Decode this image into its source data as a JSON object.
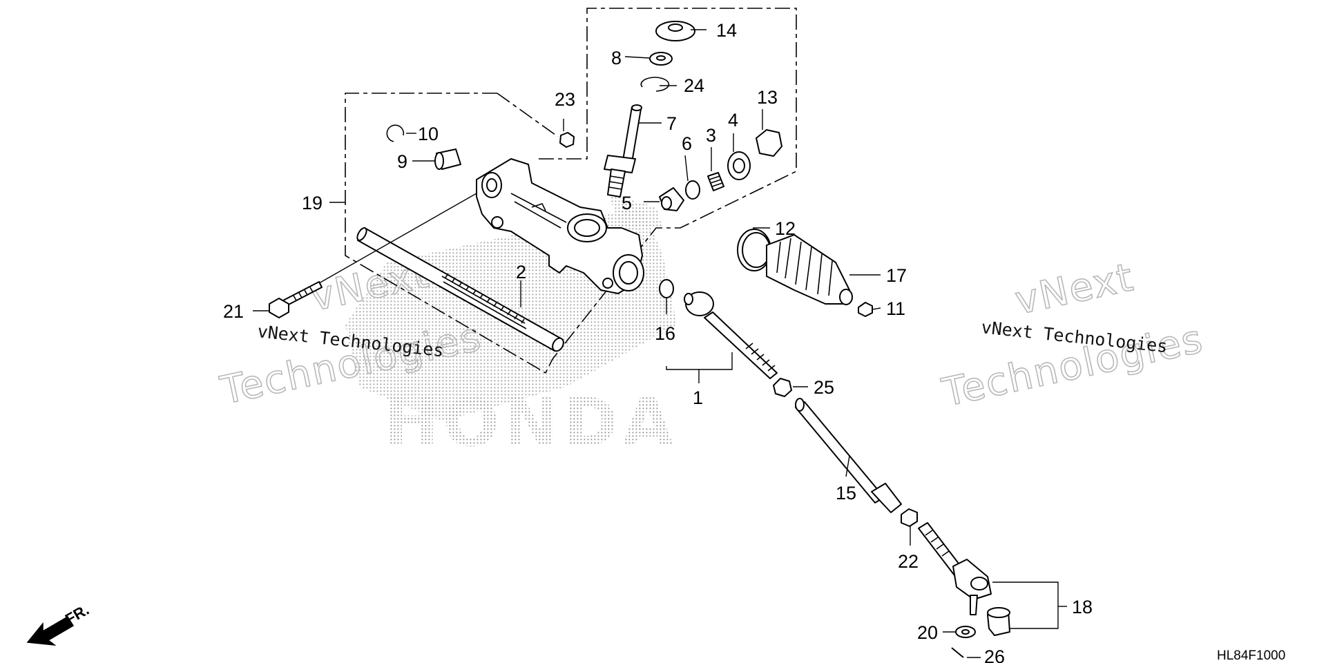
{
  "diagram": {
    "code": "HL84F1000",
    "front_marker": "FR.",
    "watermark": {
      "company_line": "vNext Technologies",
      "big_top": "vNext",
      "big_bottom": "Technologies",
      "brand": "HONDA"
    },
    "callouts": [
      {
        "id": "c1",
        "label": "1"
      },
      {
        "id": "c2",
        "label": "2"
      },
      {
        "id": "c3",
        "label": "3"
      },
      {
        "id": "c4",
        "label": "4"
      },
      {
        "id": "c5",
        "label": "5"
      },
      {
        "id": "c6",
        "label": "6"
      },
      {
        "id": "c7",
        "label": "7"
      },
      {
        "id": "c8",
        "label": "8"
      },
      {
        "id": "c9",
        "label": "9"
      },
      {
        "id": "c10",
        "label": "10"
      },
      {
        "id": "c11",
        "label": "11"
      },
      {
        "id": "c12",
        "label": "12"
      },
      {
        "id": "c13",
        "label": "13"
      },
      {
        "id": "c14",
        "label": "14"
      },
      {
        "id": "c15",
        "label": "15"
      },
      {
        "id": "c16",
        "label": "16"
      },
      {
        "id": "c17",
        "label": "17"
      },
      {
        "id": "c18",
        "label": "18"
      },
      {
        "id": "c19",
        "label": "19"
      },
      {
        "id": "c20",
        "label": "20"
      },
      {
        "id": "c21",
        "label": "21"
      },
      {
        "id": "c22",
        "label": "22"
      },
      {
        "id": "c23",
        "label": "23"
      },
      {
        "id": "c24",
        "label": "24"
      },
      {
        "id": "c25",
        "label": "25"
      },
      {
        "id": "c26",
        "label": "26"
      }
    ]
  }
}
